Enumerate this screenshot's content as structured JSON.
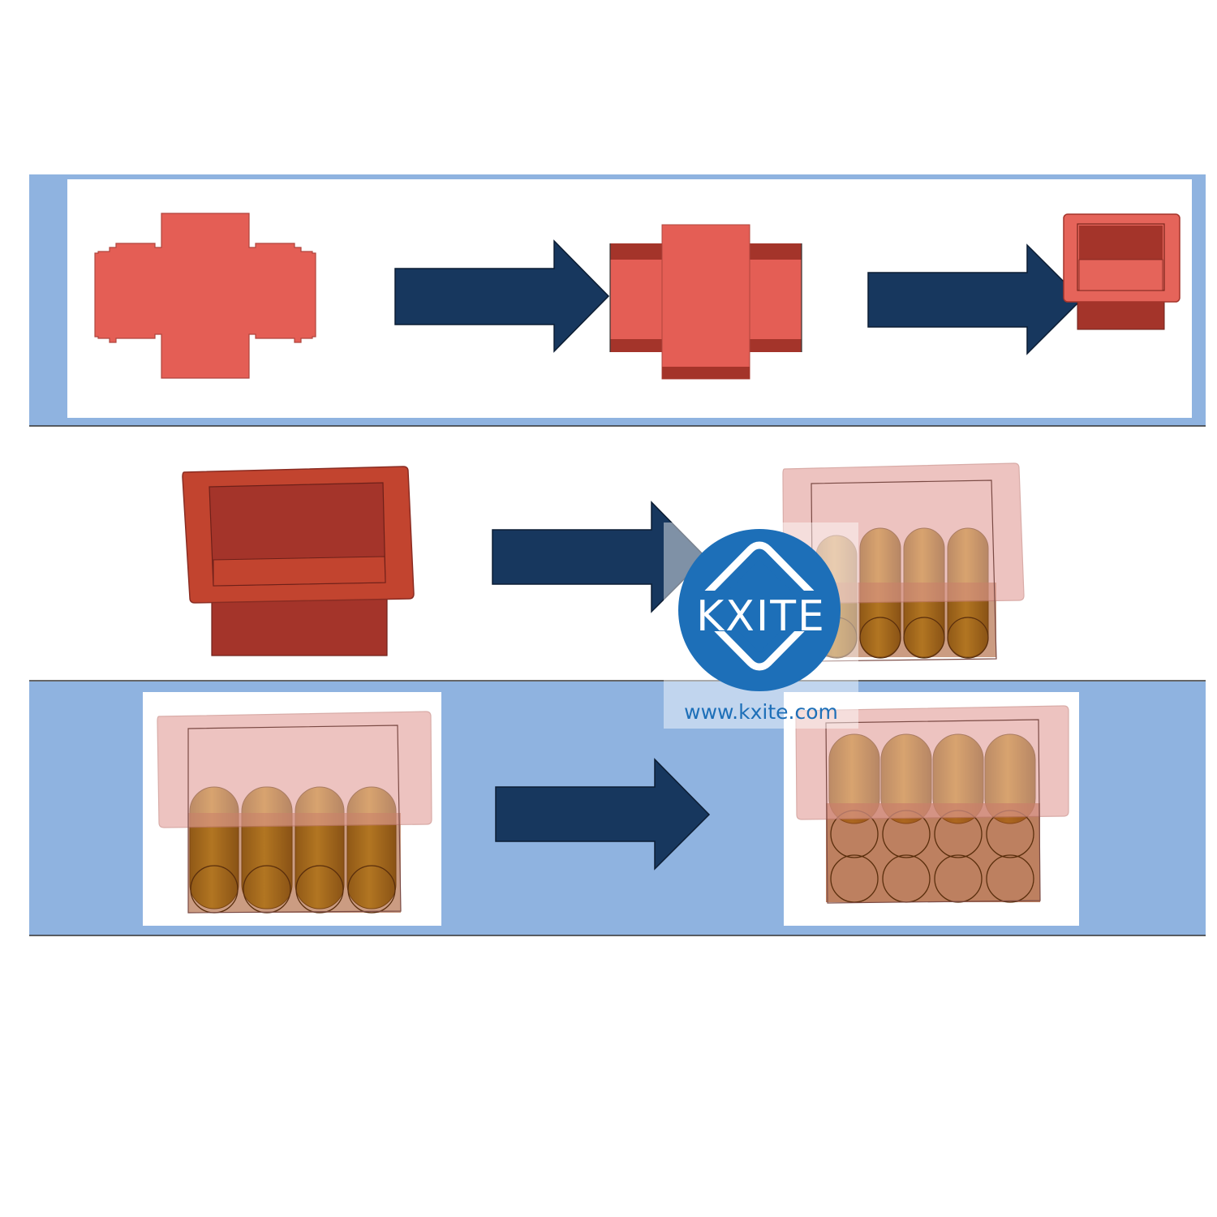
{
  "watermark": {
    "logo_text": "KXITE",
    "url": "www.kxite.com",
    "circle_color": "#1d6fb8",
    "text_color": "#ffffff",
    "url_color": "#1d6fb8"
  },
  "colors": {
    "band_blue": "#8fb3e0",
    "panel_white": "#ffffff",
    "arrow_navy": "#17375e",
    "flat_red": "#e45e55",
    "dark_red": "#a4342a",
    "mid_red": "#c2442f",
    "light_red": "#e5645a",
    "translucent_pink": "#e3a09a",
    "gold": "#b89a1f",
    "bronze": "#9a5a1c"
  },
  "rows": [
    {
      "name": "row-1",
      "steps": [
        "flat-net",
        "partially-folded",
        "folded-box"
      ]
    },
    {
      "name": "row-2",
      "steps": [
        "empty-box",
        "box-with-four-cylinders"
      ]
    },
    {
      "name": "row-3",
      "steps": [
        "one-layer-filled-box",
        "two-layer-filled-box"
      ]
    }
  ]
}
